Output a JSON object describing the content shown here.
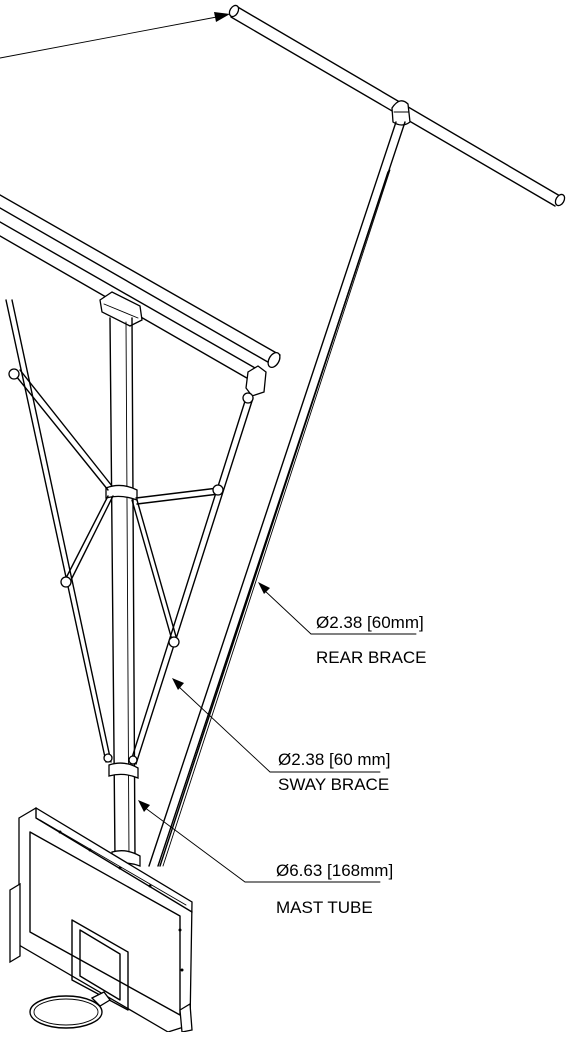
{
  "drawing": {
    "callouts": [
      {
        "id": "rear-brace",
        "dimension": "Ø2.38 [60mm]",
        "part": "REAR BRACE"
      },
      {
        "id": "sway-brace",
        "dimension": "Ø2.38 [60 mm]",
        "part": "SWAY BRACE"
      },
      {
        "id": "mast-tube",
        "dimension": "Ø6.63 [168mm]",
        "part": "MAST TUBE"
      }
    ]
  }
}
